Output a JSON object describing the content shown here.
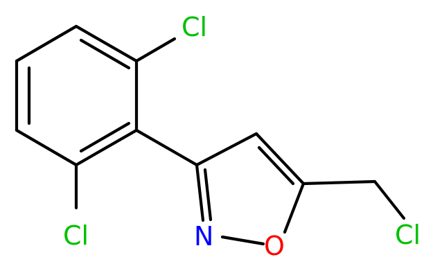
{
  "molecule": {
    "atoms": {
      "cl_top": {
        "symbol": "Cl",
        "color": "#00c000"
      },
      "cl_bottom": {
        "symbol": "Cl",
        "color": "#00c000"
      },
      "cl_methyl": {
        "symbol": "Cl",
        "color": "#00c000"
      },
      "n": {
        "symbol": "N",
        "color": "#0000ff"
      },
      "o": {
        "symbol": "O",
        "color": "#ff0000"
      }
    },
    "bond_color": "#000000",
    "background": "#ffffff"
  }
}
